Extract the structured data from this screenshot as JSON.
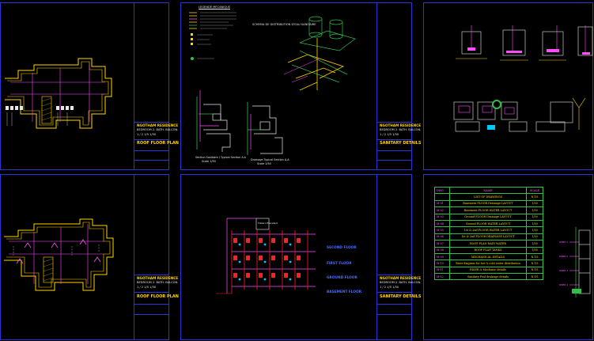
{
  "sheets": {
    "s1": {
      "tb": {
        "title": "NGOTHAM RESIDENCE",
        "l1": "BEDROOM 2. BATH. BALCON.",
        "l2": "1 / 2   1/5   1/50",
        "label": "ROOF FLOOR PLAN"
      }
    },
    "s2": {
      "legend_title": "LEGENDE MECANIQUE",
      "iso_title": "SCHEMA DE DISTRIBUTION D'EAU SANITAIRE",
      "sec1": "Section Sanitaire / Typical Section A.A",
      "sec1_scale": "Scale 1/50",
      "sec2": "Drainage Typical Section A-A",
      "sec2_scale": "Scale 1/50",
      "tb": {
        "title": "NGOTHAM RESIDENCE",
        "l1": "BEDROOM 2. BATH. BALCON.",
        "l2": "1 / 2   1/5   1/50",
        "label": "SANITARY DETAILS"
      }
    },
    "s4": {
      "tb": {
        "title": "NGOTHAM RESIDENCE",
        "l1": "BEDROOM 2. BATH. BALCON.",
        "l2": "1 / 2   1/5   1/50",
        "label": "ROOF FLOOR PLAN"
      }
    },
    "s5": {
      "floors": [
        "SECOND FLOOR",
        "FIRST FLOOR",
        "GROUND FLOOR",
        "BASEMENT FLOOR"
      ],
      "tank": "Cistern Elevated",
      "tb": {
        "title": "NGOTHAM RESIDENCE",
        "l1": "BEDROOM 2. BATH. BALCON.",
        "l2": "1 / 2   1/5   1/50",
        "label": "SANITARY DETAILS"
      }
    },
    "s6": {
      "headers": {
        "dwg": "DWG",
        "name": "NAME",
        "scale": "SCALE"
      },
      "rows": [
        {
          "dwg": "",
          "name": "LIST OF DRAWINGS",
          "scale": "N.T.S"
        },
        {
          "dwg": "M-01",
          "name": "Basement FLOOR Drainage LAYOUT",
          "scale": "1/50"
        },
        {
          "dwg": "M-02",
          "name": "Basement FLOOR WATER LAYOUT",
          "scale": "1/50"
        },
        {
          "dwg": "M-03",
          "name": "Ground FLOOR Drainage LAYOUT",
          "scale": "1/50"
        },
        {
          "dwg": "M-04",
          "name": "Ground FLOOR WATER LAYOUT",
          "scale": "1/50"
        },
        {
          "dwg": "M-05",
          "name": "1st & 2nd FLOOR WATER LAYOUT",
          "scale": "1/50"
        },
        {
          "dwg": "M-06",
          "name": "1st & 2nd FLOOR DRAINAGE LAYOUT",
          "scale": "1/50"
        },
        {
          "dwg": "M-07",
          "name": "ROOF PLAN RAIN WATER",
          "scale": "1/50"
        },
        {
          "dwg": "M-08",
          "name": "ROOF PLAN TANKS",
          "scale": "1/50"
        },
        {
          "dwg": "M-09",
          "name": "MECHANICAL DETAILS",
          "scale": "N.T.S"
        },
        {
          "dwg": "M-10",
          "name": "Riser diagram for hot & cold water distribution",
          "scale": "N.T.S"
        },
        {
          "dwg": "M-11",
          "name": "RISER & Mechanic details",
          "scale": "N.T.S"
        },
        {
          "dwg": "M-12",
          "name": "Sanitary Pool drainage details",
          "scale": "N.T.S"
        }
      ],
      "riser_labels": [
        "RISER 1",
        "RISER 2",
        "RISER 3",
        "RISER 4"
      ]
    },
    "colors": {
      "frame": "#2a35d8",
      "wall": "#ffd400",
      "pipe": "#ff4cff",
      "hatch": "#e8e8e8"
    }
  }
}
